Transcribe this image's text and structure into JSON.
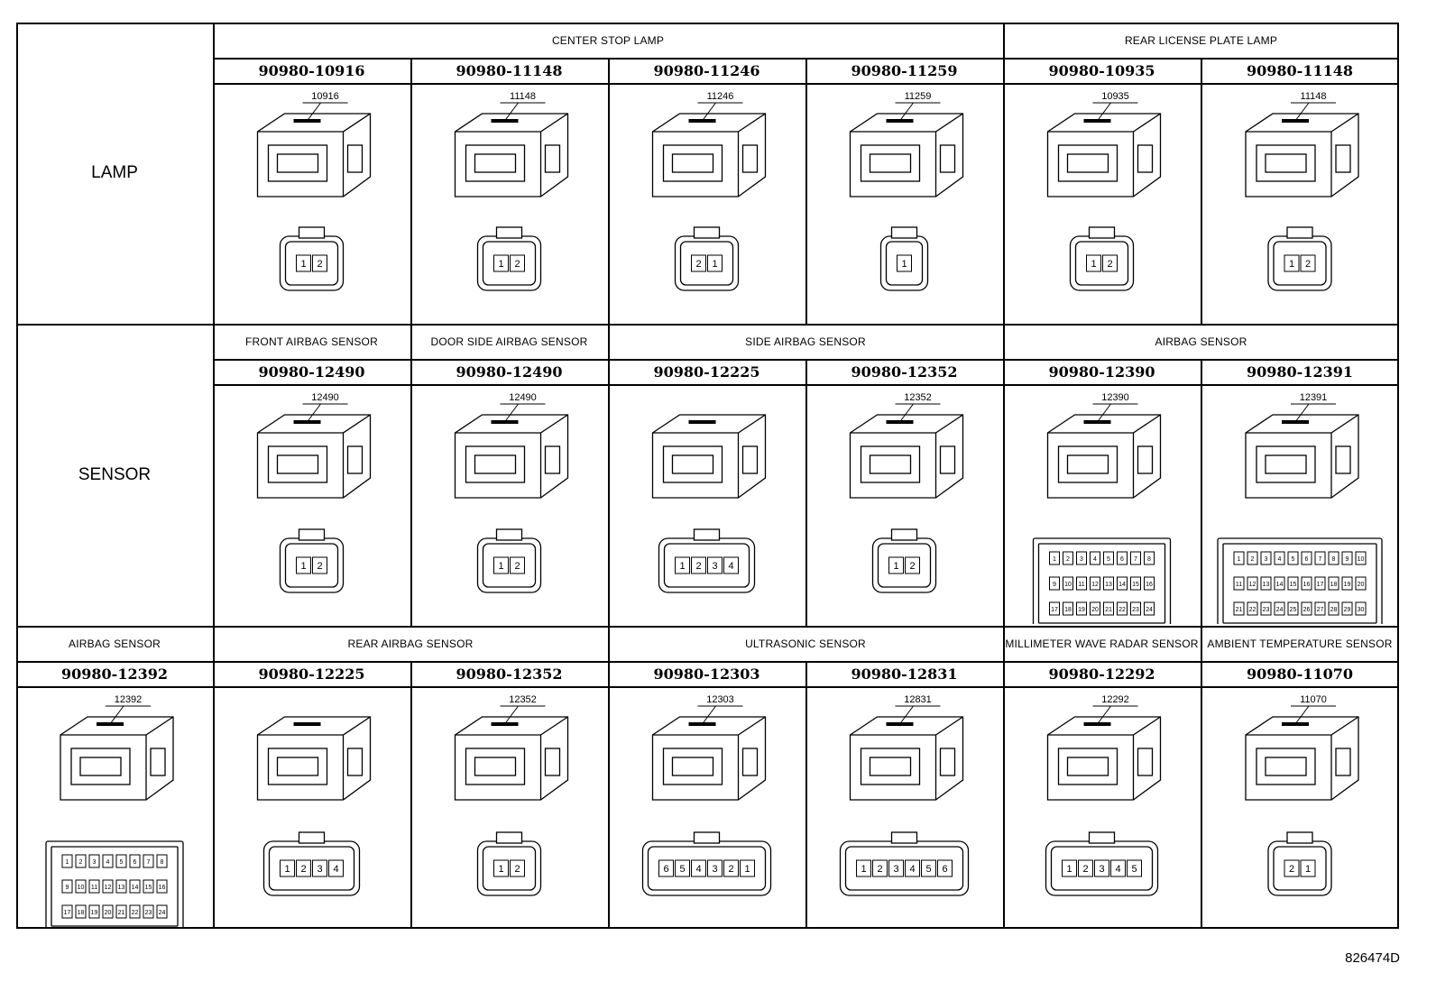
{
  "categories": [
    "LAMP",
    "SENSOR"
  ],
  "sections": [
    {
      "groups": [
        {
          "label": "CENTER STOP LAMP",
          "span": 4
        },
        {
          "label": "REAR LICENSE PLATE LAMP",
          "span": 2
        }
      ],
      "parts": [
        {
          "number": "90980-10916",
          "callout": "10916",
          "pins": [
            "1",
            "2"
          ]
        },
        {
          "number": "90980-11148",
          "callout": "11148",
          "pins": [
            "1",
            "2"
          ]
        },
        {
          "number": "90980-11246",
          "callout": "11246",
          "pins": [
            "2",
            "1"
          ]
        },
        {
          "number": "90980-11259",
          "callout": "11259",
          "pins": [
            "1"
          ]
        },
        {
          "number": "90980-10935",
          "callout": "10935",
          "pins": [
            "1",
            "2"
          ]
        },
        {
          "number": "90980-11148",
          "callout": "11148",
          "pins": [
            "1",
            "2"
          ]
        }
      ]
    },
    {
      "groups": [
        {
          "label": "FRONT AIRBAG SENSOR",
          "span": 1
        },
        {
          "label": "DOOR SIDE AIRBAG SENSOR",
          "span": 1
        },
        {
          "label": "SIDE AIRBAG SENSOR",
          "span": 2
        },
        {
          "label": "AIRBAG SENSOR",
          "span": 2
        }
      ],
      "parts": [
        {
          "number": "90980-12490",
          "callout": "12490",
          "pins": [
            "1",
            "2"
          ]
        },
        {
          "number": "90980-12490",
          "callout": "12490",
          "pins": [
            "1",
            "2"
          ]
        },
        {
          "number": "90980-12225",
          "callout": "",
          "pins": [
            "1",
            "2",
            "3",
            "4"
          ]
        },
        {
          "number": "90980-12352",
          "callout": "12352",
          "pins": [
            "1",
            "2"
          ]
        },
        {
          "number": "90980-12390",
          "callout": "12390",
          "pins": [
            "1",
            "2",
            "3",
            "4",
            "5",
            "6",
            "7",
            "8",
            "9",
            "10",
            "11",
            "12",
            "13",
            "14",
            "15",
            "16",
            "17",
            "18",
            "19",
            "20",
            "21",
            "22",
            "23",
            "24"
          ]
        },
        {
          "number": "90980-12391",
          "callout": "12391",
          "pins": [
            "1",
            "2",
            "3",
            "4",
            "5",
            "6",
            "7",
            "8",
            "9",
            "10",
            "11",
            "12",
            "13",
            "14",
            "15",
            "16",
            "17",
            "18",
            "19",
            "20",
            "21",
            "22",
            "23",
            "24",
            "25",
            "26",
            "27",
            "28",
            "29",
            "30"
          ]
        }
      ]
    },
    {
      "groups": [
        {
          "label": "AIRBAG SENSOR",
          "span": 1
        },
        {
          "label": "REAR AIRBAG SENSOR",
          "span": 2
        },
        {
          "label": "ULTRASONIC SENSOR",
          "span": 2
        },
        {
          "label": "MILLIMETER WAVE RADAR SENSOR",
          "span": 1
        },
        {
          "label": "AMBIENT TEMPERATURE SENSOR",
          "span": 1
        }
      ],
      "parts": [
        {
          "number": "90980-12392",
          "callout": "12392",
          "pins": [
            "1",
            "2",
            "3",
            "4",
            "5",
            "6",
            "7",
            "8",
            "9",
            "10",
            "11",
            "12",
            "13",
            "14",
            "15",
            "16",
            "17",
            "18",
            "19",
            "20",
            "21",
            "22",
            "23",
            "24"
          ]
        },
        {
          "number": "90980-12225",
          "callout": "",
          "pins": [
            "1",
            "2",
            "3",
            "4"
          ]
        },
        {
          "number": "90980-12352",
          "callout": "12352",
          "pins": [
            "1",
            "2"
          ]
        },
        {
          "number": "90980-12303",
          "callout": "12303",
          "pins": [
            "6",
            "5",
            "4",
            "3",
            "2",
            "1"
          ]
        },
        {
          "number": "90980-12831",
          "callout": "12831",
          "pins": [
            "1",
            "2",
            "3",
            "4",
            "5",
            "6"
          ]
        },
        {
          "number": "90980-12292",
          "callout": "12292",
          "pins": [
            "1",
            "2",
            "3",
            "4",
            "5"
          ]
        },
        {
          "number": "90980-11070",
          "callout": "11070",
          "pins": [
            "2",
            "1"
          ]
        }
      ]
    }
  ],
  "figure_id": "826474D"
}
